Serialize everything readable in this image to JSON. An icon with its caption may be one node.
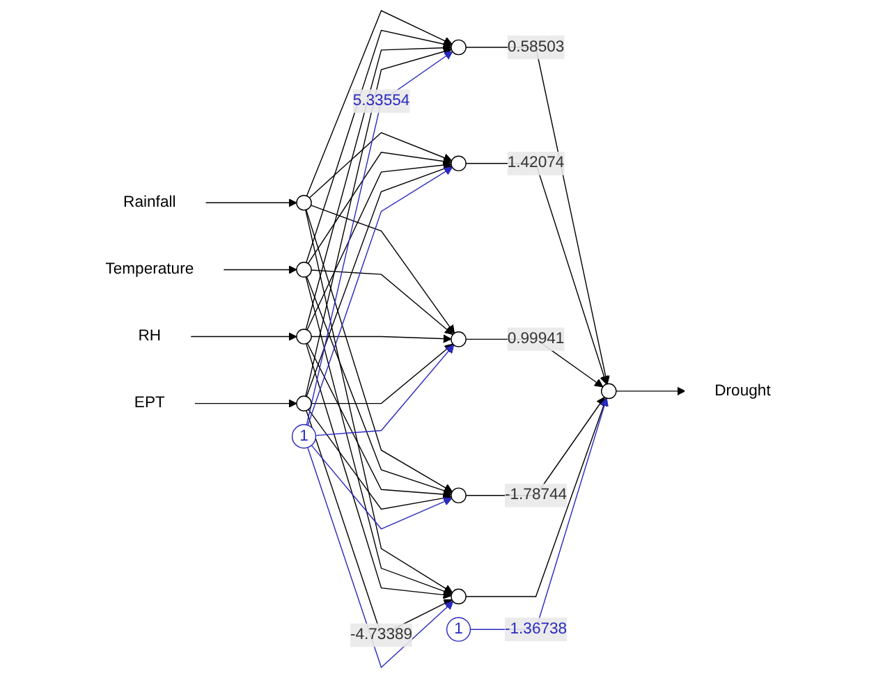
{
  "diagram": {
    "nodes": [
      {
        "text": [
          "Rainfall"
        ]
      },
      {
        "text": [
          "Temperature"
        ]
      },
      {
        "text": [
          "RH"
        ]
      },
      {
        "text": [
          "EPT"
        ]
      },
      {
        "text": [],
        "shape": "circle"
      },
      {
        "text": [],
        "shape": "circle"
      },
      {
        "text": [],
        "shape": "circle"
      },
      {
        "text": [],
        "shape": "circle"
      },
      {
        "text": [
          "1"
        ]
      },
      {
        "text": [],
        "shape": "circle"
      },
      {
        "text": [],
        "shape": "circle"
      },
      {
        "text": [],
        "shape": "circle"
      },
      {
        "text": [],
        "shape": "circle"
      },
      {
        "text": [],
        "shape": "circle"
      },
      {
        "text": [
          "1"
        ]
      },
      {
        "text": [],
        "shape": "circle"
      },
      {
        "text": [
          "Drought"
        ]
      }
    ],
    "edges": [
      {
        "from": 0,
        "to": 4,
        "arrow": "to"
      },
      {
        "from": 1,
        "to": 5,
        "arrow": "to"
      },
      {
        "from": 2,
        "to": 6,
        "arrow": "to"
      },
      {
        "from": 3,
        "to": 7,
        "arrow": "to"
      },
      {
        "from": 4,
        "to": 9,
        "arrow": "to"
      },
      {
        "from": 4,
        "to": 10,
        "arrow": "to"
      },
      {
        "from": 4,
        "to": 11,
        "arrow": "to"
      },
      {
        "from": 4,
        "to": 12,
        "arrow": "to"
      },
      {
        "from": 4,
        "to": 13,
        "arrow": "to"
      },
      {
        "from": 5,
        "to": 9,
        "arrow": "to"
      },
      {
        "from": 5,
        "to": 10,
        "arrow": "to"
      },
      {
        "from": 5,
        "to": 11,
        "arrow": "to"
      },
      {
        "from": 5,
        "to": 12,
        "arrow": "to"
      },
      {
        "from": 5,
        "to": 13,
        "arrow": "to"
      },
      {
        "from": 6,
        "to": 9,
        "arrow": "to"
      },
      {
        "from": 6,
        "to": 10,
        "arrow": "to"
      },
      {
        "from": 6,
        "to": 11,
        "arrow": "to"
      },
      {
        "from": 6,
        "to": 12,
        "arrow": "to"
      },
      {
        "from": 6,
        "to": 13,
        "arrow": "to"
      },
      {
        "from": 7,
        "to": 9,
        "arrow": "to"
      },
      {
        "from": 7,
        "to": 10,
        "arrow": "to"
      },
      {
        "from": 7,
        "to": 11,
        "arrow": "to"
      },
      {
        "from": 7,
        "to": 12,
        "arrow": "to"
      },
      {
        "from": 7,
        "to": 13,
        "arrow": "to",
        "label": "-4.73389"
      },
      {
        "from": 8,
        "to": 9,
        "arrow": "to",
        "label": "5.33554",
        "color": "#2a2ac0"
      },
      {
        "from": 8,
        "to": 10,
        "arrow": "to",
        "color": "#2a2ac0"
      },
      {
        "from": 8,
        "to": 11,
        "arrow": "to",
        "color": "#2a2ac0"
      },
      {
        "from": 8,
        "to": 12,
        "arrow": "to",
        "color": "#2a2ac0"
      },
      {
        "from": 8,
        "to": 13,
        "arrow": "to",
        "color": "#2a2ac0"
      },
      {
        "from": 9,
        "to": 15,
        "arrow": "to",
        "label": "0.58503"
      },
      {
        "from": 10,
        "to": 15,
        "arrow": "to",
        "label": "1.42074"
      },
      {
        "from": 11,
        "to": 15,
        "arrow": "to",
        "label": "0.99941"
      },
      {
        "from": 12,
        "to": 15,
        "arrow": "to",
        "label": "-1.78744"
      },
      {
        "from": 13,
        "to": 15,
        "arrow": "to"
      },
      {
        "from": 14,
        "to": 15,
        "arrow": "to",
        "label": "-1.36738",
        "color": "#2a2ac0"
      },
      {
        "from": 15,
        "to": 16,
        "arrow": "to"
      }
    ]
  }
}
